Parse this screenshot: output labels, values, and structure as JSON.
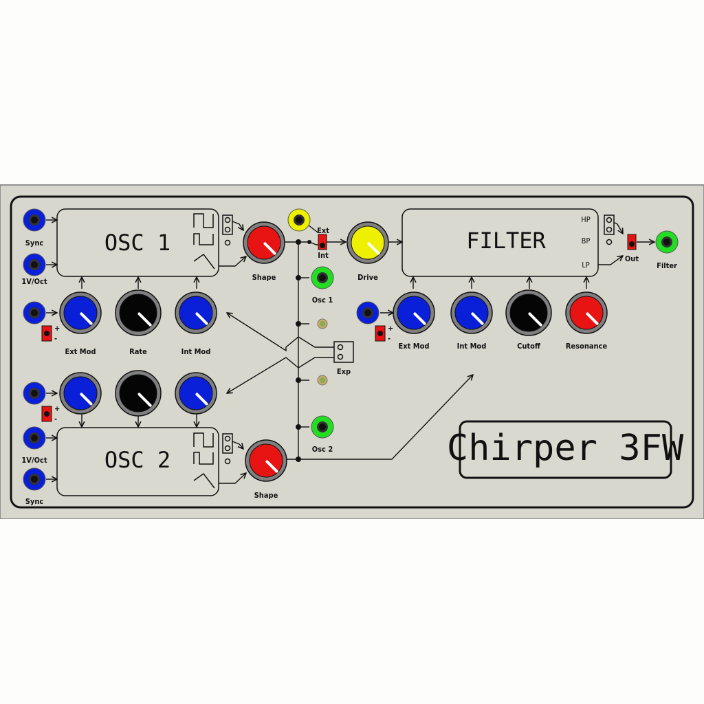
{
  "osc1": {
    "title": "OSC 1",
    "sync_label": "Sync",
    "voct_label": "1V/Oct",
    "shape_label": "Shape",
    "out_label": "Osc 1"
  },
  "osc2": {
    "title": "OSC 2",
    "sync_label": "Sync",
    "voct_label": "1V/Oct",
    "shape_label": "Shape",
    "out_label": "Osc 2"
  },
  "mod": {
    "ext_mod_label": "Ext Mod",
    "rate_label": "Rate",
    "int_mod_label": "Int Mod",
    "plus": "+",
    "minus": "-"
  },
  "mixer": {
    "ext_label": "Ext",
    "int_label": "Int",
    "drive_label": "Drive",
    "exp_label": "Exp"
  },
  "filter": {
    "title": "FILTER",
    "hp_label": "HP",
    "bp_label": "BP",
    "lp_label": "LP",
    "out_label": "Out",
    "filter_label": "Filter",
    "ext_mod_label": "Ext Mod",
    "int_mod_label": "Int Mod",
    "cutoff_label": "Cutoff",
    "resonance_label": "Resonance"
  },
  "logo": {
    "text": "Chirper 3FW"
  },
  "colors": {
    "panel": "#d7d7cd",
    "blue": "#0a1fd8",
    "red": "#e81414",
    "yellow": "#eef000",
    "green": "#22dd22",
    "black": "#050505"
  }
}
